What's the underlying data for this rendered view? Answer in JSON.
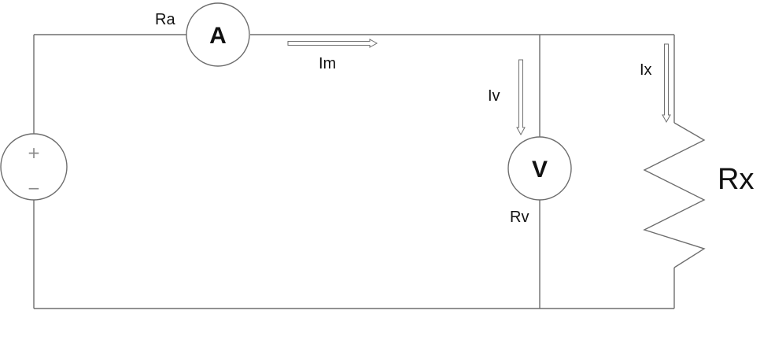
{
  "diagram": {
    "labels": {
      "ra": "Ra",
      "ammeter": "A",
      "im": "Im",
      "iv": "Iv",
      "voltmeter": "V",
      "rv": "Rv",
      "ix": "Ix",
      "rx": "Rx"
    },
    "source": {
      "plus": "+",
      "minus": "−"
    },
    "colors": {
      "wire": "#6e6e6e",
      "text": "#111111",
      "background": "#ffffff"
    }
  }
}
